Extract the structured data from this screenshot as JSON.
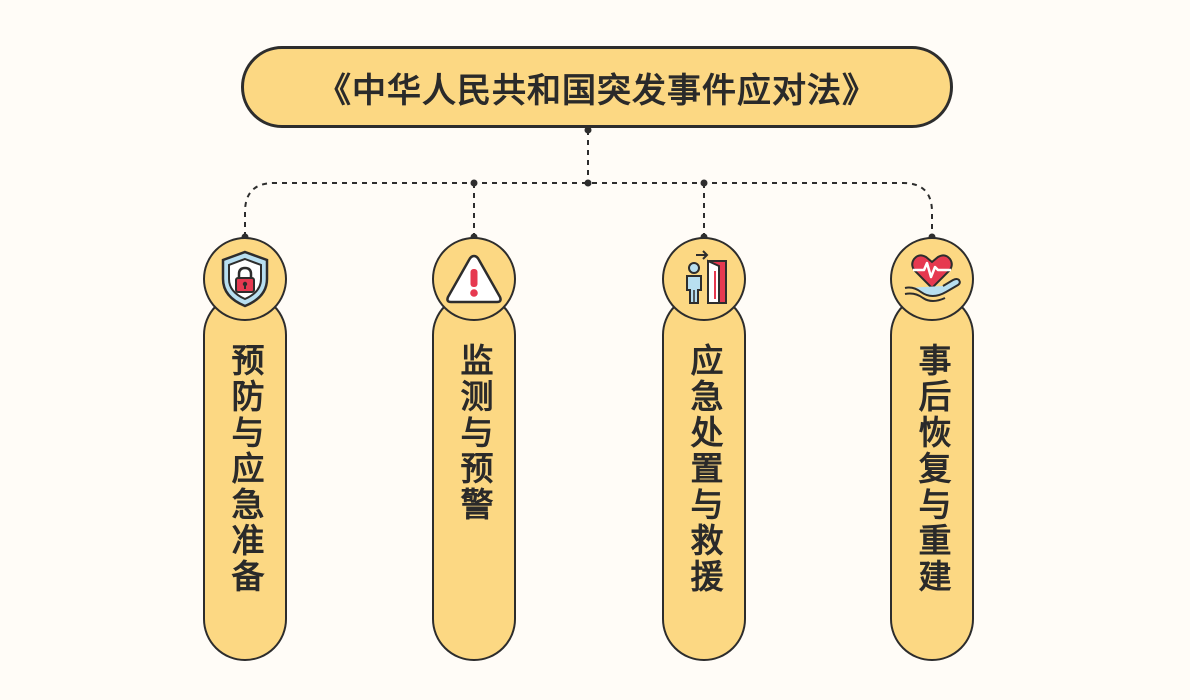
{
  "title": "《中华人民共和国突发事件应对法》",
  "colors": {
    "background": "#fffcf7",
    "box_fill": "#fcd883",
    "outline": "#2d2d2d",
    "icon_light_blue": "#b8dff0",
    "icon_red": "#e63950"
  },
  "sections": [
    {
      "label": "预防与应急准备",
      "icon": "shield-lock-icon"
    },
    {
      "label": "监测与预警",
      "icon": "warning-triangle-icon"
    },
    {
      "label": "应急处置与救援",
      "icon": "evacuation-exit-icon"
    },
    {
      "label": "事后恢复与重建",
      "icon": "heart-in-hand-icon"
    }
  ]
}
